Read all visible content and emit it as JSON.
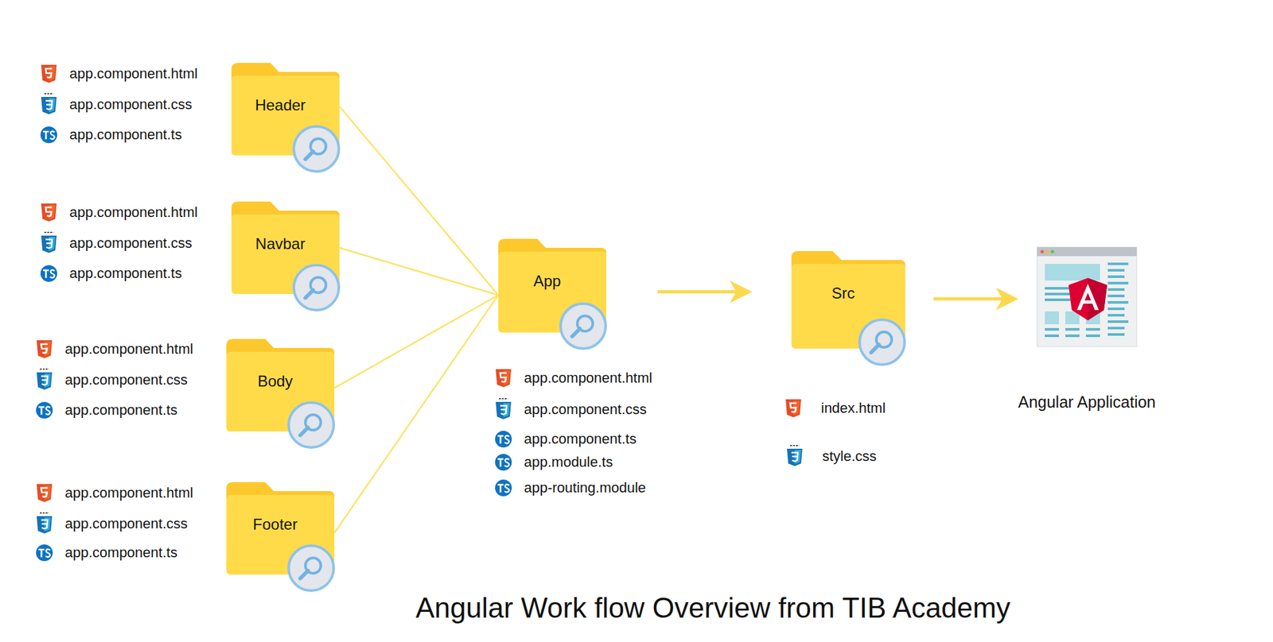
{
  "diagram": {
    "title": "Angular Work flow Overview from TIB Academy",
    "nodes": [
      {
        "text": [
          "Header"
        ]
      },
      {
        "text": [
          "Navbar"
        ]
      },
      {
        "text": [
          "Body"
        ]
      },
      {
        "text": [
          "Footer"
        ]
      },
      {
        "text": [
          "App"
        ]
      },
      {
        "text": [
          "Src"
        ]
      },
      {
        "text": [
          "Angular Application"
        ]
      }
    ],
    "edges": [
      {
        "from": 0,
        "to": 4,
        "arrow": "none"
      },
      {
        "from": 1,
        "to": 4,
        "arrow": "none"
      },
      {
        "from": 2,
        "to": 4,
        "arrow": "none"
      },
      {
        "from": 3,
        "to": 4,
        "arrow": "none"
      },
      {
        "from": 4,
        "to": 5,
        "arrow": "to"
      },
      {
        "from": 5,
        "to": 6,
        "arrow": "to"
      }
    ],
    "labels": [
      "app.component.html",
      "app.component.css",
      "app.component.ts",
      "app.component.html",
      "app.component.css",
      "app.component.ts",
      "app.component.html",
      "app.component.css",
      "app.component.ts",
      "app.component.html",
      "app.component.css",
      "app.component.ts",
      "app.component.html",
      "app.component.css",
      "app.component.ts",
      "app.module.ts",
      "app-routing.module",
      "index.html",
      "style.css"
    ]
  }
}
